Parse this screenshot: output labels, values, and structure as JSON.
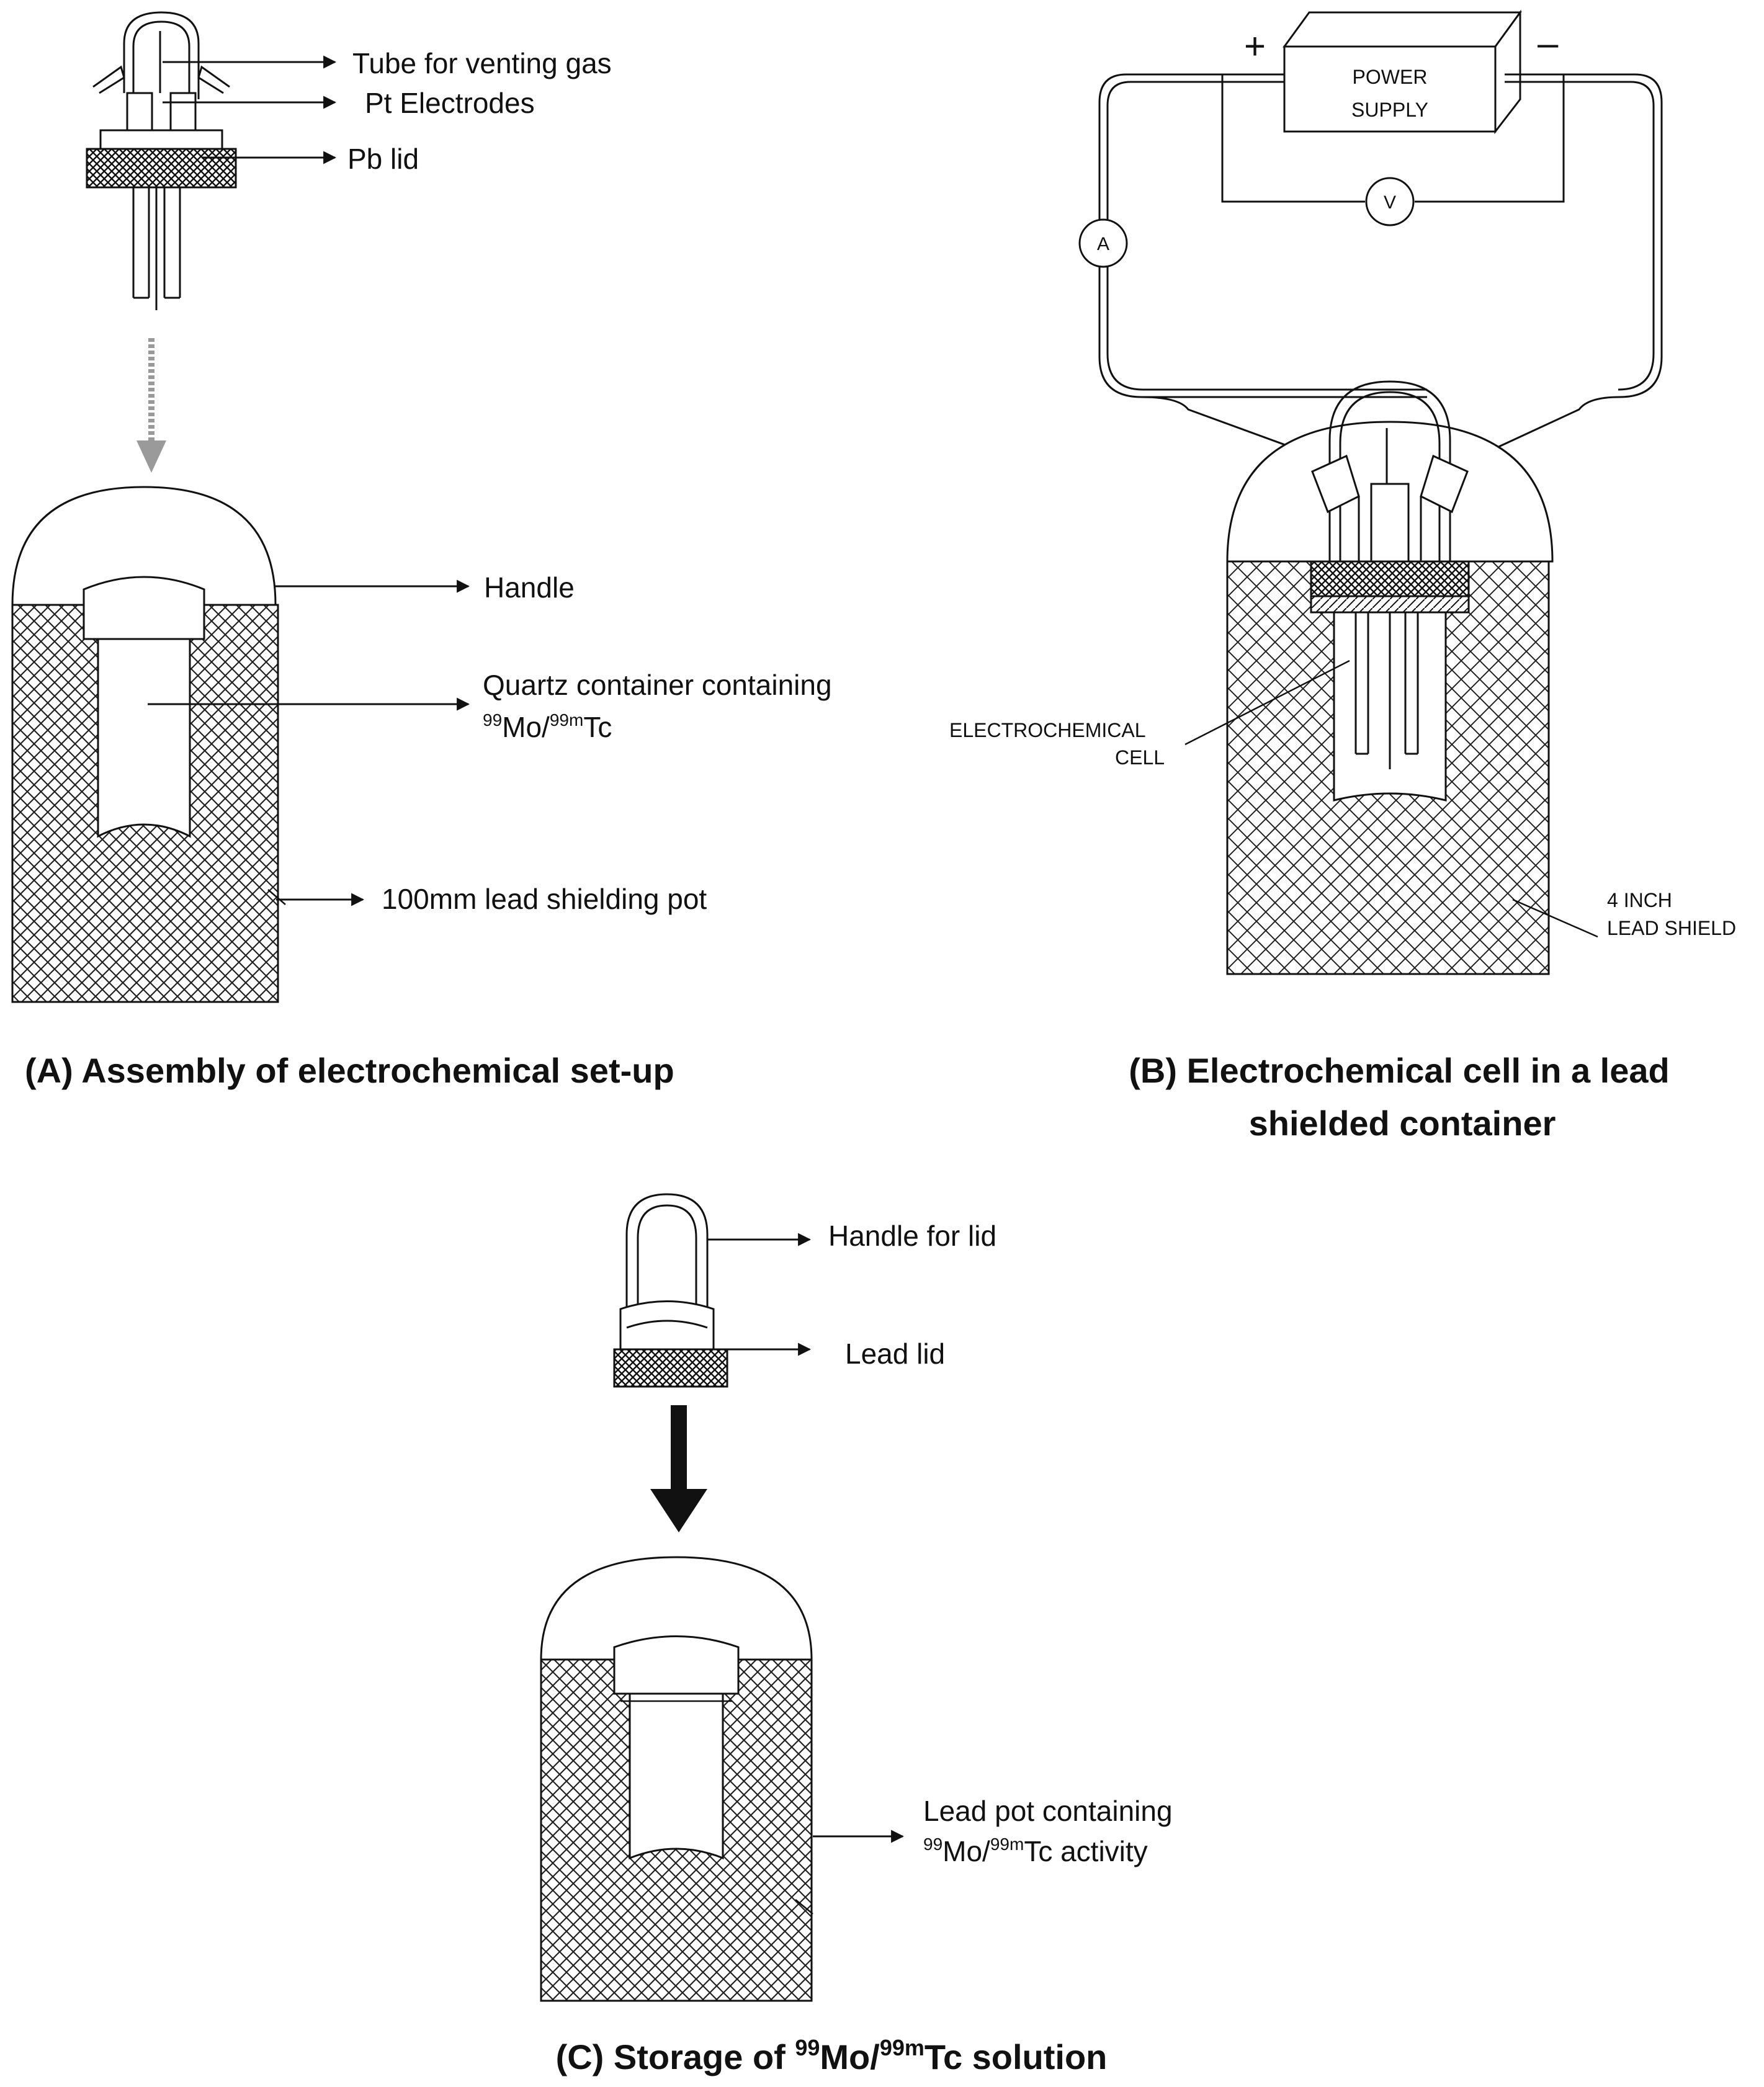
{
  "panel_a": {
    "labels": {
      "vent_tube": "Tube for venting gas",
      "pt_electrodes": "Pt Electrodes",
      "pb_lid": "Pb lid",
      "handle": "Handle",
      "quartz_line1": "Quartz container  containing",
      "quartz_mo": "Mo/",
      "quartz_tc": "Tc",
      "mass_99": "99",
      "mass_99m": "99m",
      "shield_pot": "100mm lead shielding pot"
    },
    "caption": "(A) Assembly of electrochemical set-up"
  },
  "panel_b": {
    "labels": {
      "plus": "+",
      "minus": "–",
      "power_line1": "POWER",
      "power_line2": "SUPPLY",
      "voltmeter": "V",
      "ammeter": "A",
      "cell_line1": "ELECTROCHEMICAL",
      "cell_line2": "CELL",
      "shield_line1": "4 INCH",
      "shield_line2": "LEAD SHIELD"
    },
    "caption_line1": "(B) Electrochemical cell in a lead",
    "caption_line2": "shielded container"
  },
  "panel_c": {
    "labels": {
      "handle_lid": "Handle for lid",
      "lead_lid": "Lead lid",
      "pot_line1": "Lead pot containing",
      "pot_mo": "Mo/",
      "pot_tc": "Tc activity",
      "mass_99": "99",
      "mass_99m": "99m"
    },
    "caption_pre": "(C) Storage of ",
    "caption_mo": "Mo/",
    "caption_post": "Tc solution",
    "caption_99": "99",
    "caption_99m": "99m"
  },
  "colors": {
    "ink": "#111111",
    "shield_hatch": "#222222",
    "arrow_gray": "#9a9a9a"
  }
}
